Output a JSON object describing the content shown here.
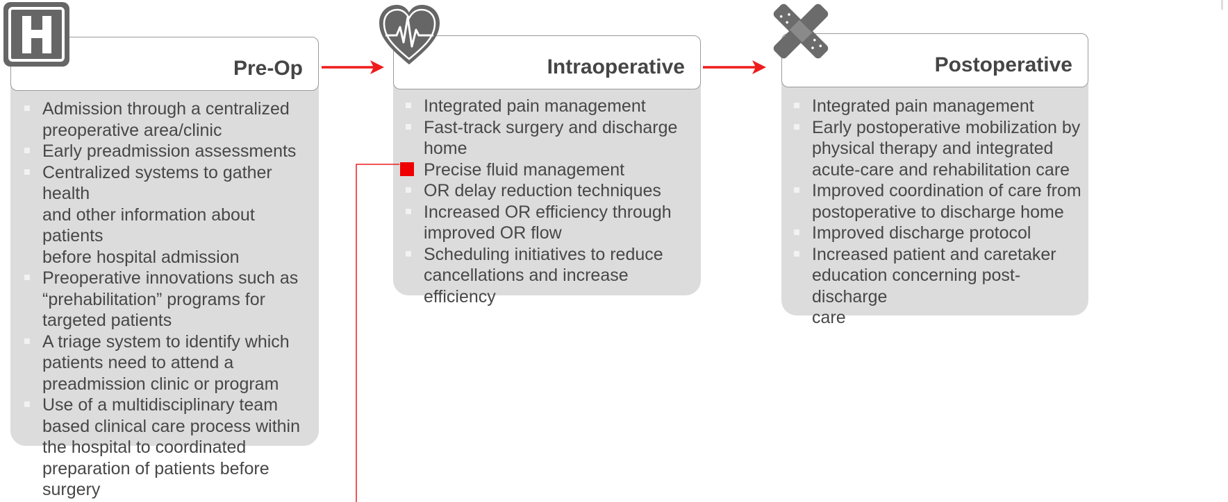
{
  "colors": {
    "card_bg": "#dcdcdc",
    "arrow": "#ee1c1c",
    "icon": "#666666",
    "highlight": "#ee0000"
  },
  "stages": [
    {
      "title": "Pre-Op",
      "icon": "hospital-h-icon",
      "items": [
        {
          "text": "Admission through a centralized preoperative area/clinic",
          "lines": [
            "Admission through a centralized",
            "preoperative area/clinic"
          ]
        },
        {
          "text": "Early preadmission assessments",
          "lines": [
            "Early preadmission assessments"
          ]
        },
        {
          "text": "Centralized systems to gather health and other information about patients before hospital admission",
          "lines": [
            "Centralized systems to gather health",
            "and other information about patients",
            "before hospital admission"
          ]
        },
        {
          "text": "Preoperative innovations such as “prehabilitation” programs for targeted patients",
          "lines": [
            "Preoperative innovations such as",
            "“prehabilitation” programs for",
            "targeted patients"
          ]
        },
        {
          "text": "A triage system to identify which patients need to attend a preadmission clinic or program",
          "lines": [
            "A triage system to identify which",
            "patients need to attend a",
            "preadmission clinic or program"
          ]
        },
        {
          "text": "Use of a multidisciplinary team based clinical care process within the hospital to coordinated preparation of patients before surgery",
          "lines": [
            "Use of a multidisciplinary team",
            "based clinical care process within",
            "the hospital to coordinated",
            "preparation of patients before",
            "surgery"
          ]
        }
      ]
    },
    {
      "title": "Intraoperative",
      "icon": "heart-pulse-icon",
      "items": [
        {
          "text": "Integrated pain management",
          "lines": [
            "Integrated pain management"
          ]
        },
        {
          "text": "Fast-track surgery and discharge home",
          "lines": [
            "Fast-track surgery and discharge",
            "home"
          ]
        },
        {
          "text": "Precise fluid management",
          "lines": [
            "Precise fluid management"
          ],
          "highlighted": true
        },
        {
          "text": "OR delay reduction techniques",
          "lines": [
            "OR delay reduction techniques"
          ]
        },
        {
          "text": "Increased OR efficiency through improved OR flow",
          "lines": [
            "Increased OR efficiency through",
            "improved OR flow"
          ]
        },
        {
          "text": "Scheduling initiatives to reduce cancellations and increase efficiency",
          "lines": [
            "Scheduling initiatives to reduce",
            "cancellations and increase efficiency"
          ]
        }
      ]
    },
    {
      "title": "Postoperative",
      "icon": "bandage-icon",
      "items": [
        {
          "text": "Integrated pain management",
          "lines": [
            "Integrated pain management"
          ]
        },
        {
          "text": "Early postoperative mobilization by physical therapy and integrated acute-care and rehabilitation care",
          "lines": [
            "Early postoperative mobilization by",
            "physical therapy and integrated",
            "acute-care and rehabilitation care"
          ]
        },
        {
          "text": "Improved coordination of care from postoperative to discharge home",
          "lines": [
            "Improved coordination of care from",
            "postoperative to discharge home"
          ]
        },
        {
          "text": "Improved discharge protocol",
          "lines": [
            "Improved discharge protocol"
          ]
        },
        {
          "text": "Increased patient and caretaker education concerning post-discharge care",
          "lines": [
            "Increased patient and caretaker",
            "education concerning post-discharge",
            "care"
          ]
        }
      ]
    }
  ]
}
